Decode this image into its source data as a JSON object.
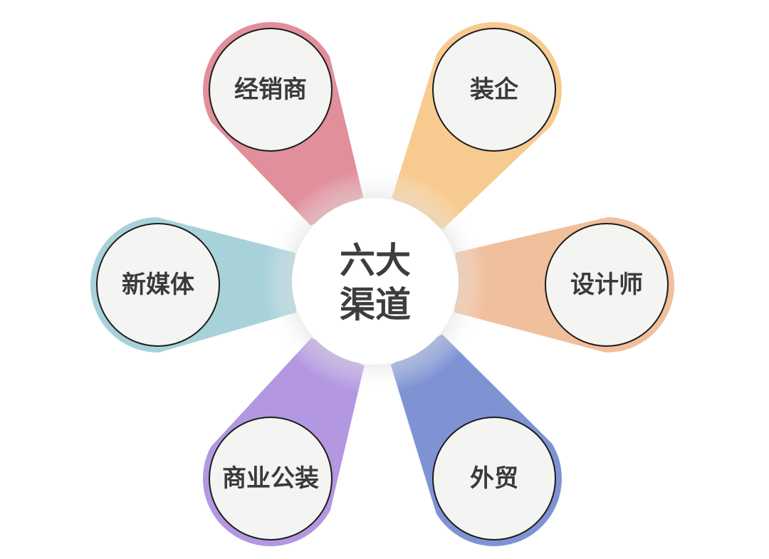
{
  "center": {
    "line1": "六大",
    "line2": "渠道"
  },
  "channels": [
    {
      "label": "经销商",
      "color": "#e08f9b"
    },
    {
      "label": "装企",
      "color": "#f7cb90"
    },
    {
      "label": "设计师",
      "color": "#f0bf9c"
    },
    {
      "label": "外贸",
      "color": "#7f93d4"
    },
    {
      "label": "商业公装",
      "color": "#b397e0"
    },
    {
      "label": "新媒体",
      "color": "#a8d2da"
    }
  ],
  "colors": {
    "inner_circle_fill": "#f4f4f2",
    "inner_circle_stroke": "#1c1c1c",
    "center_fill": "#ffffff",
    "center_glow": "#d7d7d7"
  }
}
